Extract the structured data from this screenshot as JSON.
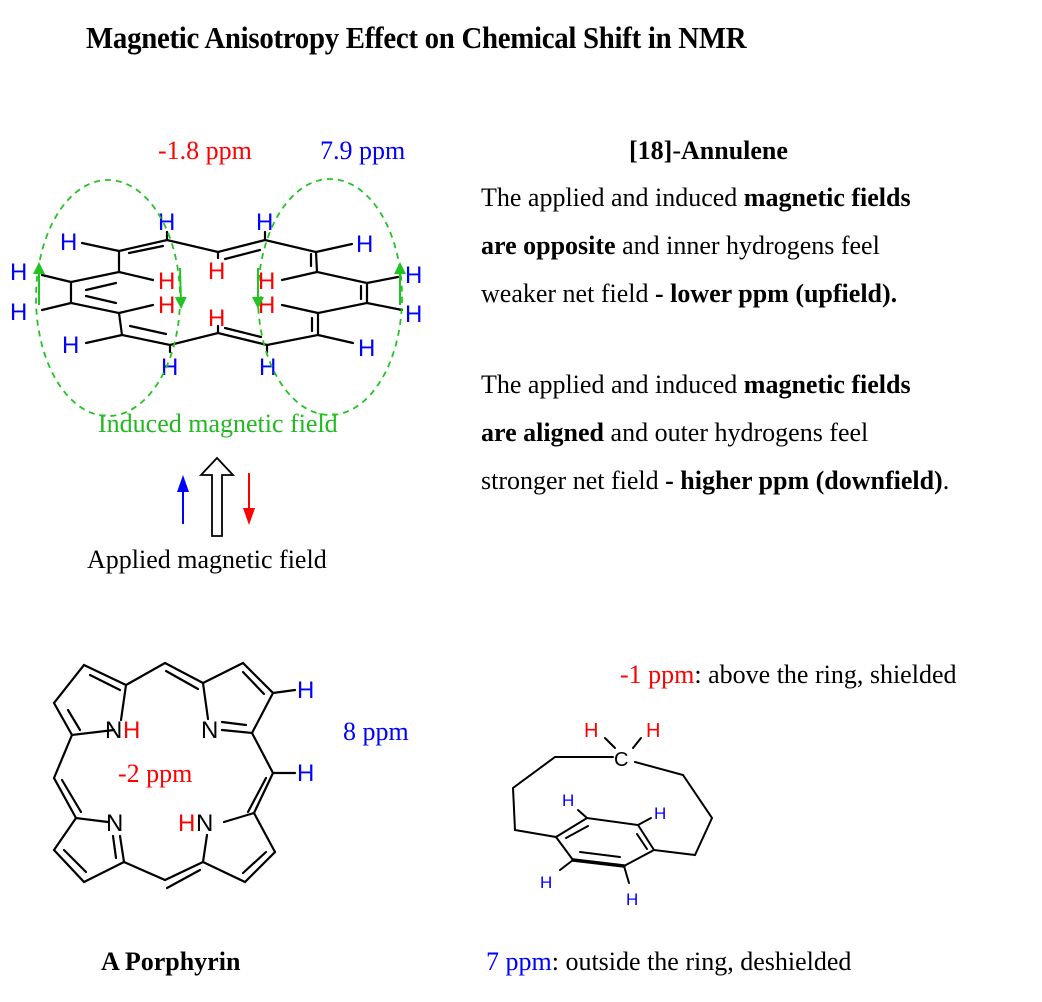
{
  "title": "Magnetic Anisotropy Effect on Chemical Shift in NMR",
  "colors": {
    "shielded": "#ff0000",
    "deshielded": "#0000ff",
    "induced_field": "#22b822",
    "bond": "#000000"
  },
  "annulene": {
    "inner_shift": "-1.8 ppm",
    "outer_shift": "7.9 ppm",
    "induced_label": "Induced magnetic field",
    "applied_label": "Applied magnetic field",
    "atom_label": "H",
    "heading_bracket": "[18]",
    "heading_dash": "-",
    "heading_name": "Annulene",
    "para1": {
      "t1": "The applied and induced ",
      "b1": "magnetic fields",
      "b2": "are opposite",
      "t2": " and inner hydrogens feel",
      "t3": "weaker net field ",
      "b3": "- lower ppm (upfield)."
    },
    "para2": {
      "t1": "The applied and induced ",
      "b1": "magnetic fields",
      "b2": "are aligned",
      "t2": " and outer hydrogens feel",
      "t3": "stronger net field ",
      "b3": "- higher ppm (downfield)",
      "t4": "."
    }
  },
  "porphyrin": {
    "name": "A Porphyrin",
    "inner_shift": "-2 ppm",
    "outer_shift": "8 ppm",
    "atoms": {
      "N": "N",
      "NH": "N",
      "H": "H",
      "HN": "N"
    }
  },
  "cyclophane": {
    "above_shift": "-1 ppm",
    "above_text": ": above the ring, shielded",
    "outside_shift": "7 ppm",
    "outside_text": ": outside the ring, deshielded",
    "carbon": "C",
    "hydrogen": "H"
  }
}
